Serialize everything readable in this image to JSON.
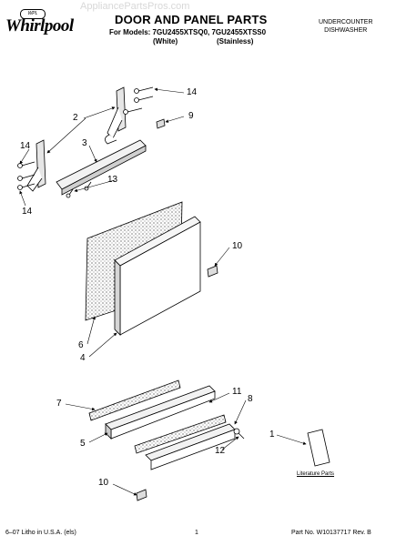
{
  "watermark": "AppliancePartsPros.com",
  "header": {
    "brand_small": "WPL",
    "brand": "Whirlpool",
    "title": "DOOR AND PANEL PARTS",
    "models": "For Models: 7GU2455XTSQ0, 7GU2455XTSS0",
    "variant_white": "(White)",
    "variant_stainless": "(Stainless)",
    "appliance_line1": "UNDERCOUNTER",
    "appliance_line2": "DISHWASHER"
  },
  "callouts": [
    "14",
    "2",
    "9",
    "3",
    "14",
    "13",
    "14",
    "10",
    "6",
    "4",
    "11",
    "8",
    "7",
    "5",
    "1",
    "12",
    "10"
  ],
  "literature_label": "Literature Parts",
  "footer": {
    "left": "6–07 Litho in U.S.A. (els)",
    "center": "1",
    "right": "Part No. W10137717 Rev. B"
  }
}
